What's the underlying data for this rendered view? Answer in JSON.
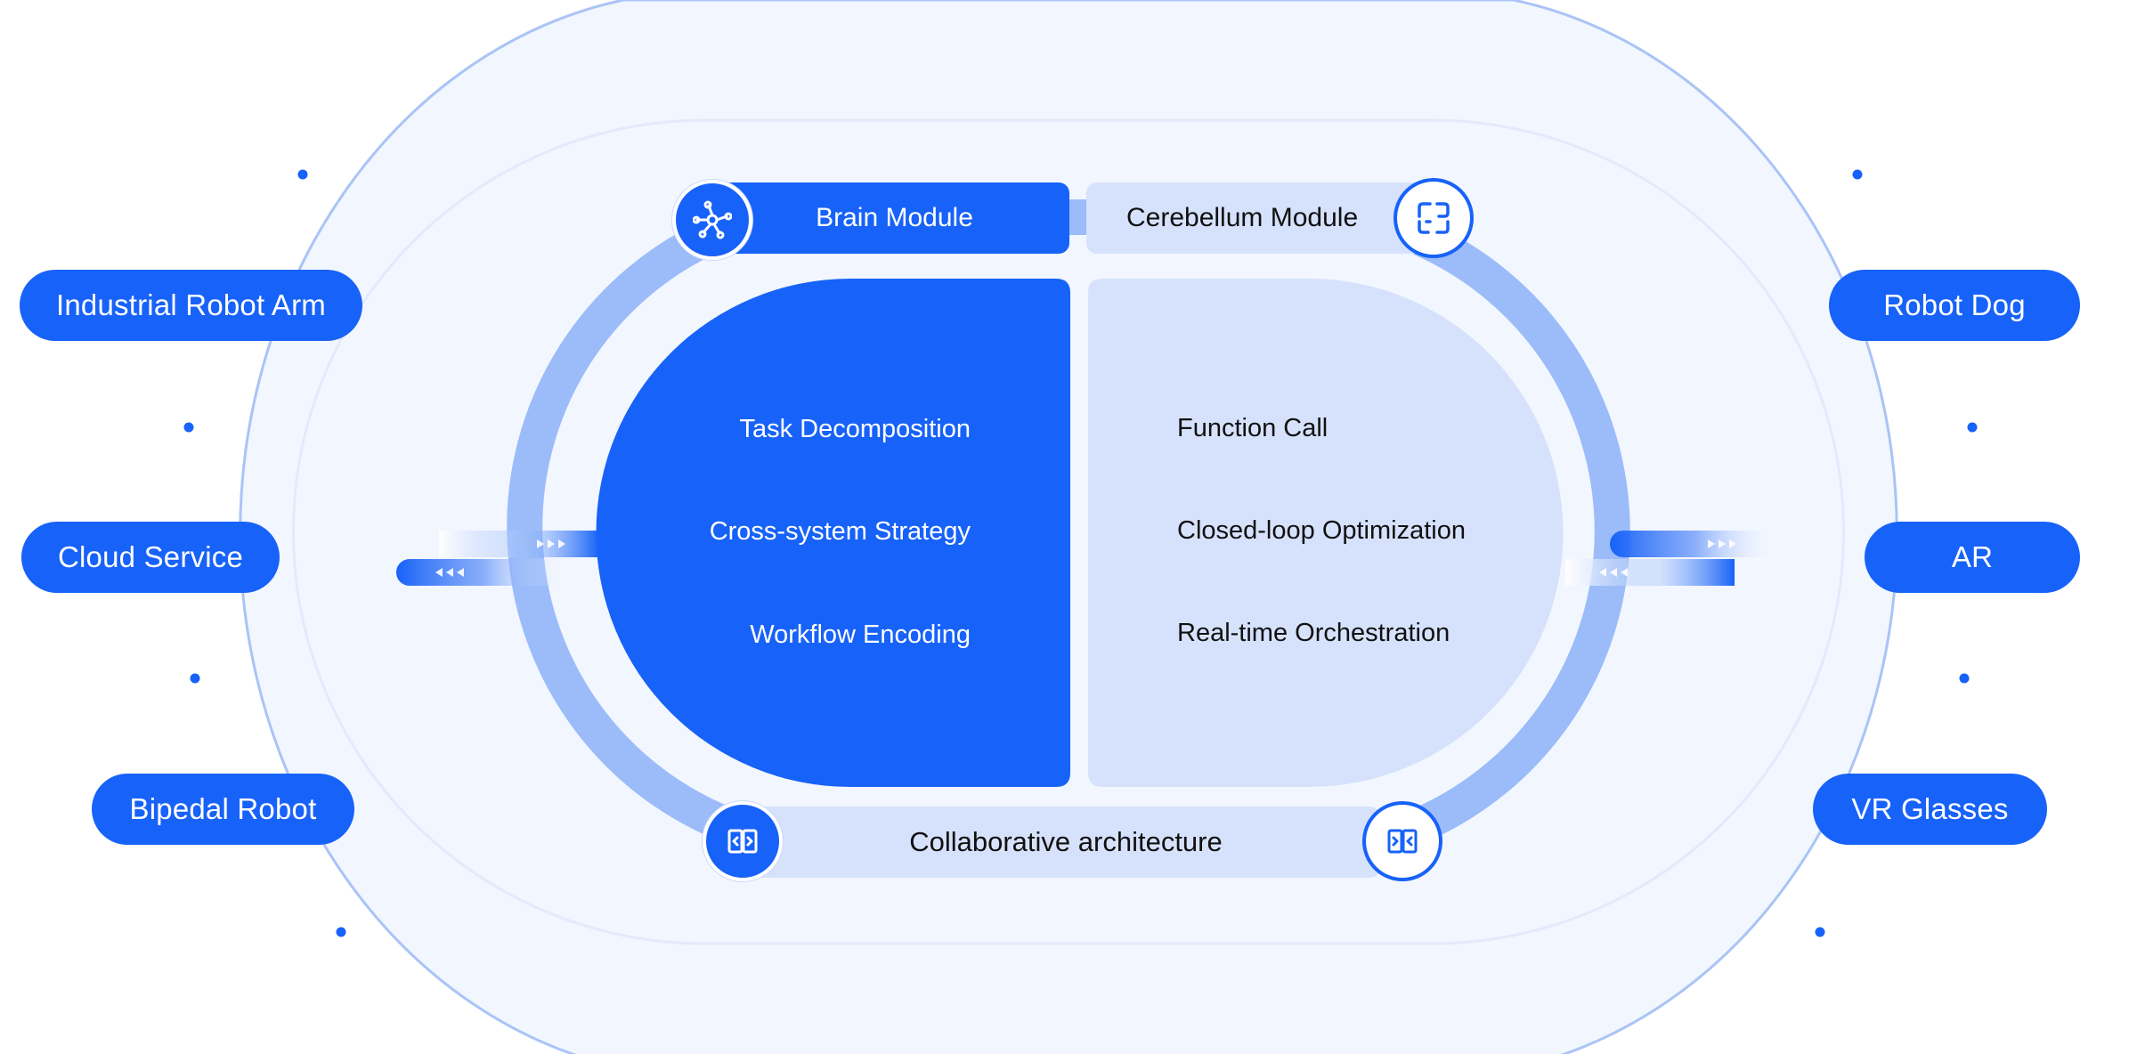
{
  "devices": {
    "left": [
      "Industrial Robot Arm",
      "Cloud Service",
      "Bipedal Robot"
    ],
    "right": [
      "Robot Dog",
      "AR",
      "VR Glasses"
    ]
  },
  "brain": {
    "title": "Brain Module",
    "icon": "network-nodes-icon",
    "functions": [
      "Task Decomposition",
      "Cross-system Strategy",
      "Workflow Encoding"
    ]
  },
  "cerebellum": {
    "title": "Cerebellum Module",
    "icon": "brackets-icon",
    "functions": [
      "Function Call",
      "Closed-loop Optimization",
      "Real-time Orchestration"
    ]
  },
  "collaboration": {
    "label": "Collaborative architecture",
    "icon": "code-split-icon"
  },
  "colors": {
    "primary": "#1762F8",
    "light": "#D6E2FC",
    "ring": "#9BBCF9",
    "background": "#F2F6FE"
  }
}
